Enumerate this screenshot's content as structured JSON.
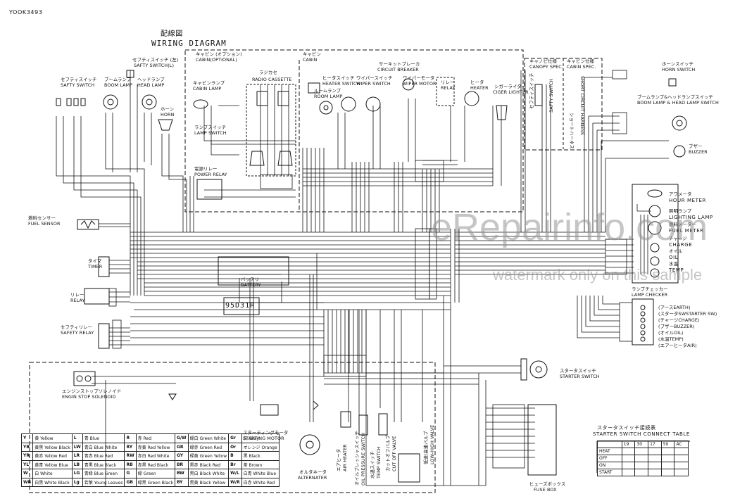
{
  "doc_code": "YOOK3493",
  "title_jp": "配線図",
  "title_en": "WIRING DIAGRAM",
  "watermark_main": "eRepairinfo.com",
  "watermark_sub": "watermark only on this sample",
  "sections": {
    "cabin_optional": [
      "キャビン (オプション)",
      "CABIN(OPTIONAL)"
    ],
    "cabin": [
      "キャビン",
      "CABIN"
    ],
    "canopy_spec": [
      "キャノピ仕様",
      "CANOPY SPEC."
    ],
    "cabin_spec": [
      "キャビン仕様",
      "CABIN SPEC."
    ]
  },
  "components": {
    "safety_switch_l": [
      "セフティスイッチ (左)",
      "SAFTY SWITCH(L)"
    ],
    "safety_switch": [
      "セフティスイッチ",
      "SAFTY SWITCH"
    ],
    "boom_lamp": [
      "ブームランプ",
      "BOOM LAMP"
    ],
    "head_lamp": [
      "ヘッドランプ",
      "HEAD LAMP"
    ],
    "horn": [
      "ホーン",
      "HORN"
    ],
    "cabin_lamp": [
      "キャビンランプ",
      "CABIN LAMP"
    ],
    "lamp_switch": [
      "ランプスイッチ",
      "LAMP SWITCH"
    ],
    "power_relay": [
      "電源リレー",
      "POWER RELAY"
    ],
    "radio_cassette": [
      "ラジカセ",
      "RADIO CASSETTE"
    ],
    "heater_switch": [
      "ヒータスイッチ",
      "HEATER SWITCH"
    ],
    "room_lamp": [
      "ルームランプ",
      "ROOM LAMP"
    ],
    "wiper_switch": [
      "ワイパースイッチ",
      "WIPER SWITCH"
    ],
    "circuit_breaker": [
      "サーキットブレーカ",
      "CIRCUIT BREAKER"
    ],
    "wiper_motor": [
      "ワイパーモータ",
      "WIPER MOTOR"
    ],
    "relay_cabin": [
      "リレー",
      "RELAY"
    ],
    "heater": [
      "ヒータ",
      "HEATER"
    ],
    "cigar_lighter": [
      "シガーライター",
      "CIGER LIGHTER"
    ],
    "safety_switch_spec": [
      "セフティスイッチ",
      "SAFTY SWITCH"
    ],
    "short_circuit_harness": [
      "ショートハーネス",
      "SHORT CIRCUIT HARNESS"
    ],
    "horn_switch": [
      "ホーンスイッチ",
      "HORN SWITCH"
    ],
    "boom_head_lamp_switch": [
      "ブームランプ&ヘッドランプスイッチ",
      "BOOM LAMP & HEAD LAMP SWITCH"
    ],
    "buzzer": [
      "ブザー",
      "BUZZER"
    ],
    "hour_meter": [
      "アワメータ",
      "HOUR METER"
    ],
    "lighting_lamp": [
      "照明ランプ",
      "LIGHTING LAMP"
    ],
    "fuel_meter": [
      "燃料メーター",
      "FUEL METER"
    ],
    "charge": [
      "チャージ",
      "CHARGE"
    ],
    "oil": [
      "オイル",
      "OIL"
    ],
    "temp": [
      "水温",
      "TEMP"
    ],
    "lamp_checker": [
      "ランプチェッカー",
      "LAMP CHECKER"
    ],
    "fuel_sensor": [
      "燃料センサー",
      "FUEL SENSOR"
    ],
    "timer": [
      "タイマ",
      "TIMER"
    ],
    "relay": [
      "リレー",
      "RELAY"
    ],
    "safety_relay": [
      "セフティリレー",
      "SAFETY RELAY"
    ],
    "battery": [
      "バッテリ",
      "BATTERY"
    ],
    "battery_model": "95D31R",
    "engine_stop_solenoid": [
      "エンジンストップソレノイド",
      "ENGIN STOP SOLENOID"
    ],
    "starting_motor": [
      "スターティングモータ",
      "STARTING MOTOR"
    ],
    "alternater": [
      "オルタネータ",
      "ALTERNATER"
    ],
    "air_heater": [
      "エアヒータ",
      "AIR HEATER"
    ],
    "oil_pressure_switch": [
      "オイルプレッシャスイッチ",
      "OIL PRESSURE SWITCH"
    ],
    "temp_switch": [
      "水温スイッチ",
      "TEMP SWITCH"
    ],
    "cut_off_valve": [
      "カットオフバルブ",
      "CUT OFF VALVE"
    ],
    "low_high_valve": [
      "低速/高速バルブ",
      "LOW-HIGH VALVE"
    ],
    "fuse_box": [
      "ヒューズボックス",
      "FUSE BOX"
    ],
    "starter_switch": [
      "スタータスイッチ",
      "STARTER SWITCH"
    ]
  },
  "checker_items": [
    "(アースEARTH)",
    "(スタータSWSTARTER SW)",
    "(チャージCHARGE)",
    "(ブザーBUZZER)",
    "(オイルOIL)",
    "(水温TEMP)",
    "(エアーヒータAIR)"
  ],
  "connect_table": {
    "title_jp": "スタータスイッチ接続表",
    "title_en": "STARTER SWITCH CONNECT TABLE",
    "headers": [
      "",
      "19",
      "30",
      "17",
      "50",
      "AC"
    ],
    "rows": [
      "HEAT",
      "OFF",
      "ON",
      "START"
    ]
  },
  "color_legend": [
    [
      "Y",
      "黄 Yellow",
      "L",
      "青 Blue",
      "R",
      "赤 Red",
      "G/W",
      "緑白 Green White",
      "Gr",
      "灰 Gray"
    ],
    [
      "YB",
      "黄黒 Yellow Black",
      "LW",
      "青白 Blue White",
      "RY",
      "赤黄 Red Yellow",
      "GR",
      "緑赤 Green Red",
      "Or",
      "オレンジ Orange"
    ],
    [
      "YR",
      "黄赤 Yellow Red",
      "LR",
      "青赤 Blue Red",
      "RW",
      "赤白 Red White",
      "GY",
      "緑黄 Green Yellow",
      "B",
      "黒 Black"
    ],
    [
      "YL",
      "黄青 Yellow Blue",
      "LB",
      "青黒 Blue Black",
      "RB",
      "赤黒 Red Black",
      "BR",
      "黒赤 Black Red",
      "Br",
      "茶 Brown"
    ],
    [
      "W",
      "白 White",
      "LG",
      "青緑 Blue Green",
      "G",
      "緑 Green",
      "BW",
      "黒白 Black White",
      "W/L",
      "白青 White Blue"
    ],
    [
      "WB",
      "白黒 White Black",
      "Lg",
      "若葉 Young Leaves",
      "GB",
      "緑黒 Green Black",
      "BY",
      "黒黄 Black Yellow",
      "W/R",
      "白赤 White Red"
    ]
  ]
}
